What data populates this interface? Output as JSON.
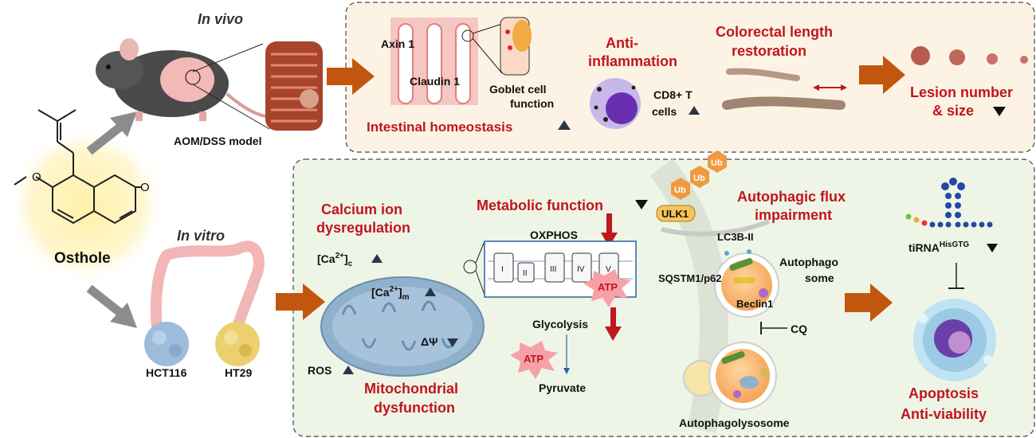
{
  "compound": {
    "name": "Osthole"
  },
  "invivo": {
    "label": "In vivo",
    "model": "AOM/DSS model",
    "axin": "Axin 1",
    "claudin": "Claudin 1",
    "goblet_1": "Goblet cell",
    "goblet_2": "function",
    "homeostasis": "Intestinal homeostasis",
    "anti_1": "Anti-",
    "anti_2": "inflammation",
    "cd8_1": "CD8+ T",
    "cd8_2": "cells",
    "colorectal_1": "Colorectal length",
    "colorectal_2": "restoration",
    "lesion_1": "Lesion number",
    "lesion_2": "& size"
  },
  "invitro": {
    "label": "In vitro",
    "cell1": "HCT116",
    "cell2": "HT29",
    "calcium_1": "Calcium ion",
    "calcium_2": "dysregulation",
    "ca_c_base": "[Ca",
    "ca_sup": "2+",
    "ca_c_sub": "c",
    "ca_m_sub": "m",
    "bracket": "]",
    "ros": "ROS",
    "delta_psi": "ΔΨ",
    "mito_1": "Mitochondrial",
    "mito_2": "dysfunction",
    "metabolic": "Metabolic function",
    "oxphos": "OXPHOS",
    "complexes": [
      "I",
      "II",
      "III",
      "IV",
      "V"
    ],
    "atp": "ATP",
    "glycolysis": "Glycolysis",
    "pyruvate": "Pyruvate",
    "autophagic_1": "Autophagic flux",
    "autophagic_2": "impairment",
    "ub": "Ub",
    "ulk1": "ULK1",
    "lc3b": "LC3B-II",
    "sqstm": "SQSTM1/p62",
    "autophago_1": "Autophago",
    "autophago_2": "some",
    "beclin": "Beclin1",
    "cq": "CQ",
    "autophagolysosome": "Autophagolysosome",
    "tirna_base": "tiRNA",
    "tirna_sup": "HisGTG",
    "apoptosis": "Apoptosis",
    "antiviability": "Anti-viability"
  },
  "colors": {
    "invivo_bg": "#fdf3e4",
    "invitro_bg": "#eef5e6",
    "arrow_orange": "#c2560f",
    "arrow_gray": "#8c8c8c",
    "red_text": "#c0161d",
    "mito": "#8fb1cc",
    "triangle": "#2a3646"
  }
}
